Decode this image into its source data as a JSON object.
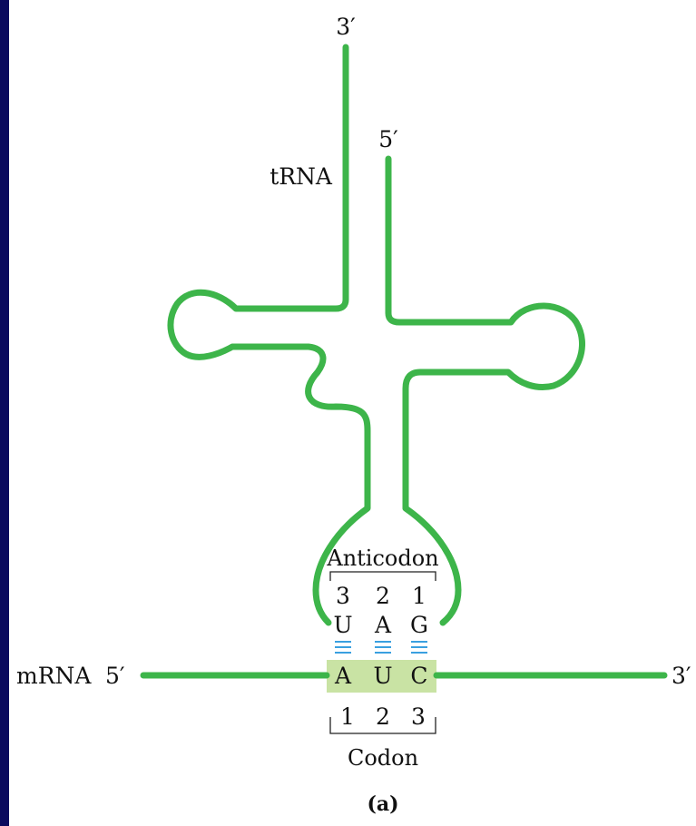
{
  "trna": {
    "label": "tRNA",
    "end_3": "3′",
    "end_5": "5′"
  },
  "anticodon": {
    "label": "Anticodon",
    "positions": [
      "3",
      "2",
      "1"
    ],
    "bases": [
      "U",
      "A",
      "G"
    ]
  },
  "mrna": {
    "label": "mRNA",
    "end_5": "5′",
    "end_3": "3′"
  },
  "codon": {
    "label": "Codon",
    "bases": [
      "A",
      "U",
      "C"
    ],
    "positions": [
      "1",
      "2",
      "3"
    ]
  },
  "caption": "(a)",
  "colors": {
    "strand": "#3db54a",
    "codon_highlight": "#c9e3a4",
    "base_pair": "#3aa0e0",
    "frame": "#0b0b5e"
  }
}
